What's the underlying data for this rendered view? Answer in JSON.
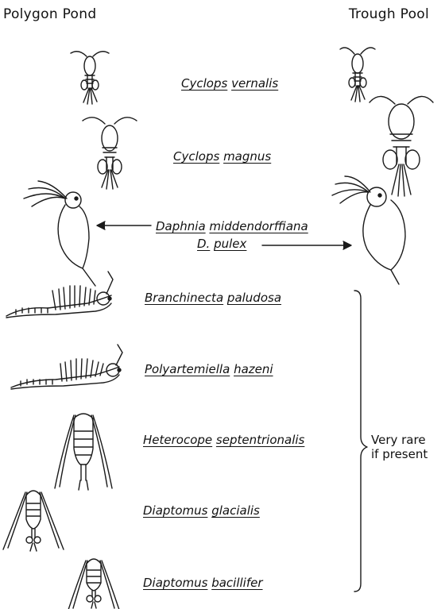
{
  "headings": {
    "left": "Polygon Pond",
    "right": "Trough Pool"
  },
  "species": [
    {
      "genus": "Cyclops",
      "epithet": "vernalis"
    },
    {
      "genus": "Cyclops",
      "epithet": "magnus"
    },
    {
      "genus": "Daphnia",
      "epithet": "middendorffiana"
    },
    {
      "genus": "D.",
      "epithet": "pulex"
    },
    {
      "genus": "Branchinecta",
      "epithet": "paludosa"
    },
    {
      "genus": "Polyartemiella",
      "epithet": "hazeni"
    },
    {
      "genus": "Heterocope",
      "epithet": "septentrionalis"
    },
    {
      "genus": "Diaptomus",
      "epithet": "glacialis"
    },
    {
      "genus": "Diaptomus",
      "epithet": "bacillifer"
    }
  ],
  "bracket_note": {
    "line1": "Very rare",
    "line2": "if present"
  },
  "illustrations": {
    "polygon_pond": [
      "cyclops-icon",
      "cyclops-icon",
      "daphnia-icon",
      "fairy-shrimp-icon",
      "fairy-shrimp-icon",
      "calanoid-copepod-icon",
      "calanoid-copepod-icon",
      "calanoid-copepod-icon"
    ],
    "trough_pool": [
      "cyclops-icon",
      "cyclops-icon",
      "daphnia-icon"
    ]
  }
}
